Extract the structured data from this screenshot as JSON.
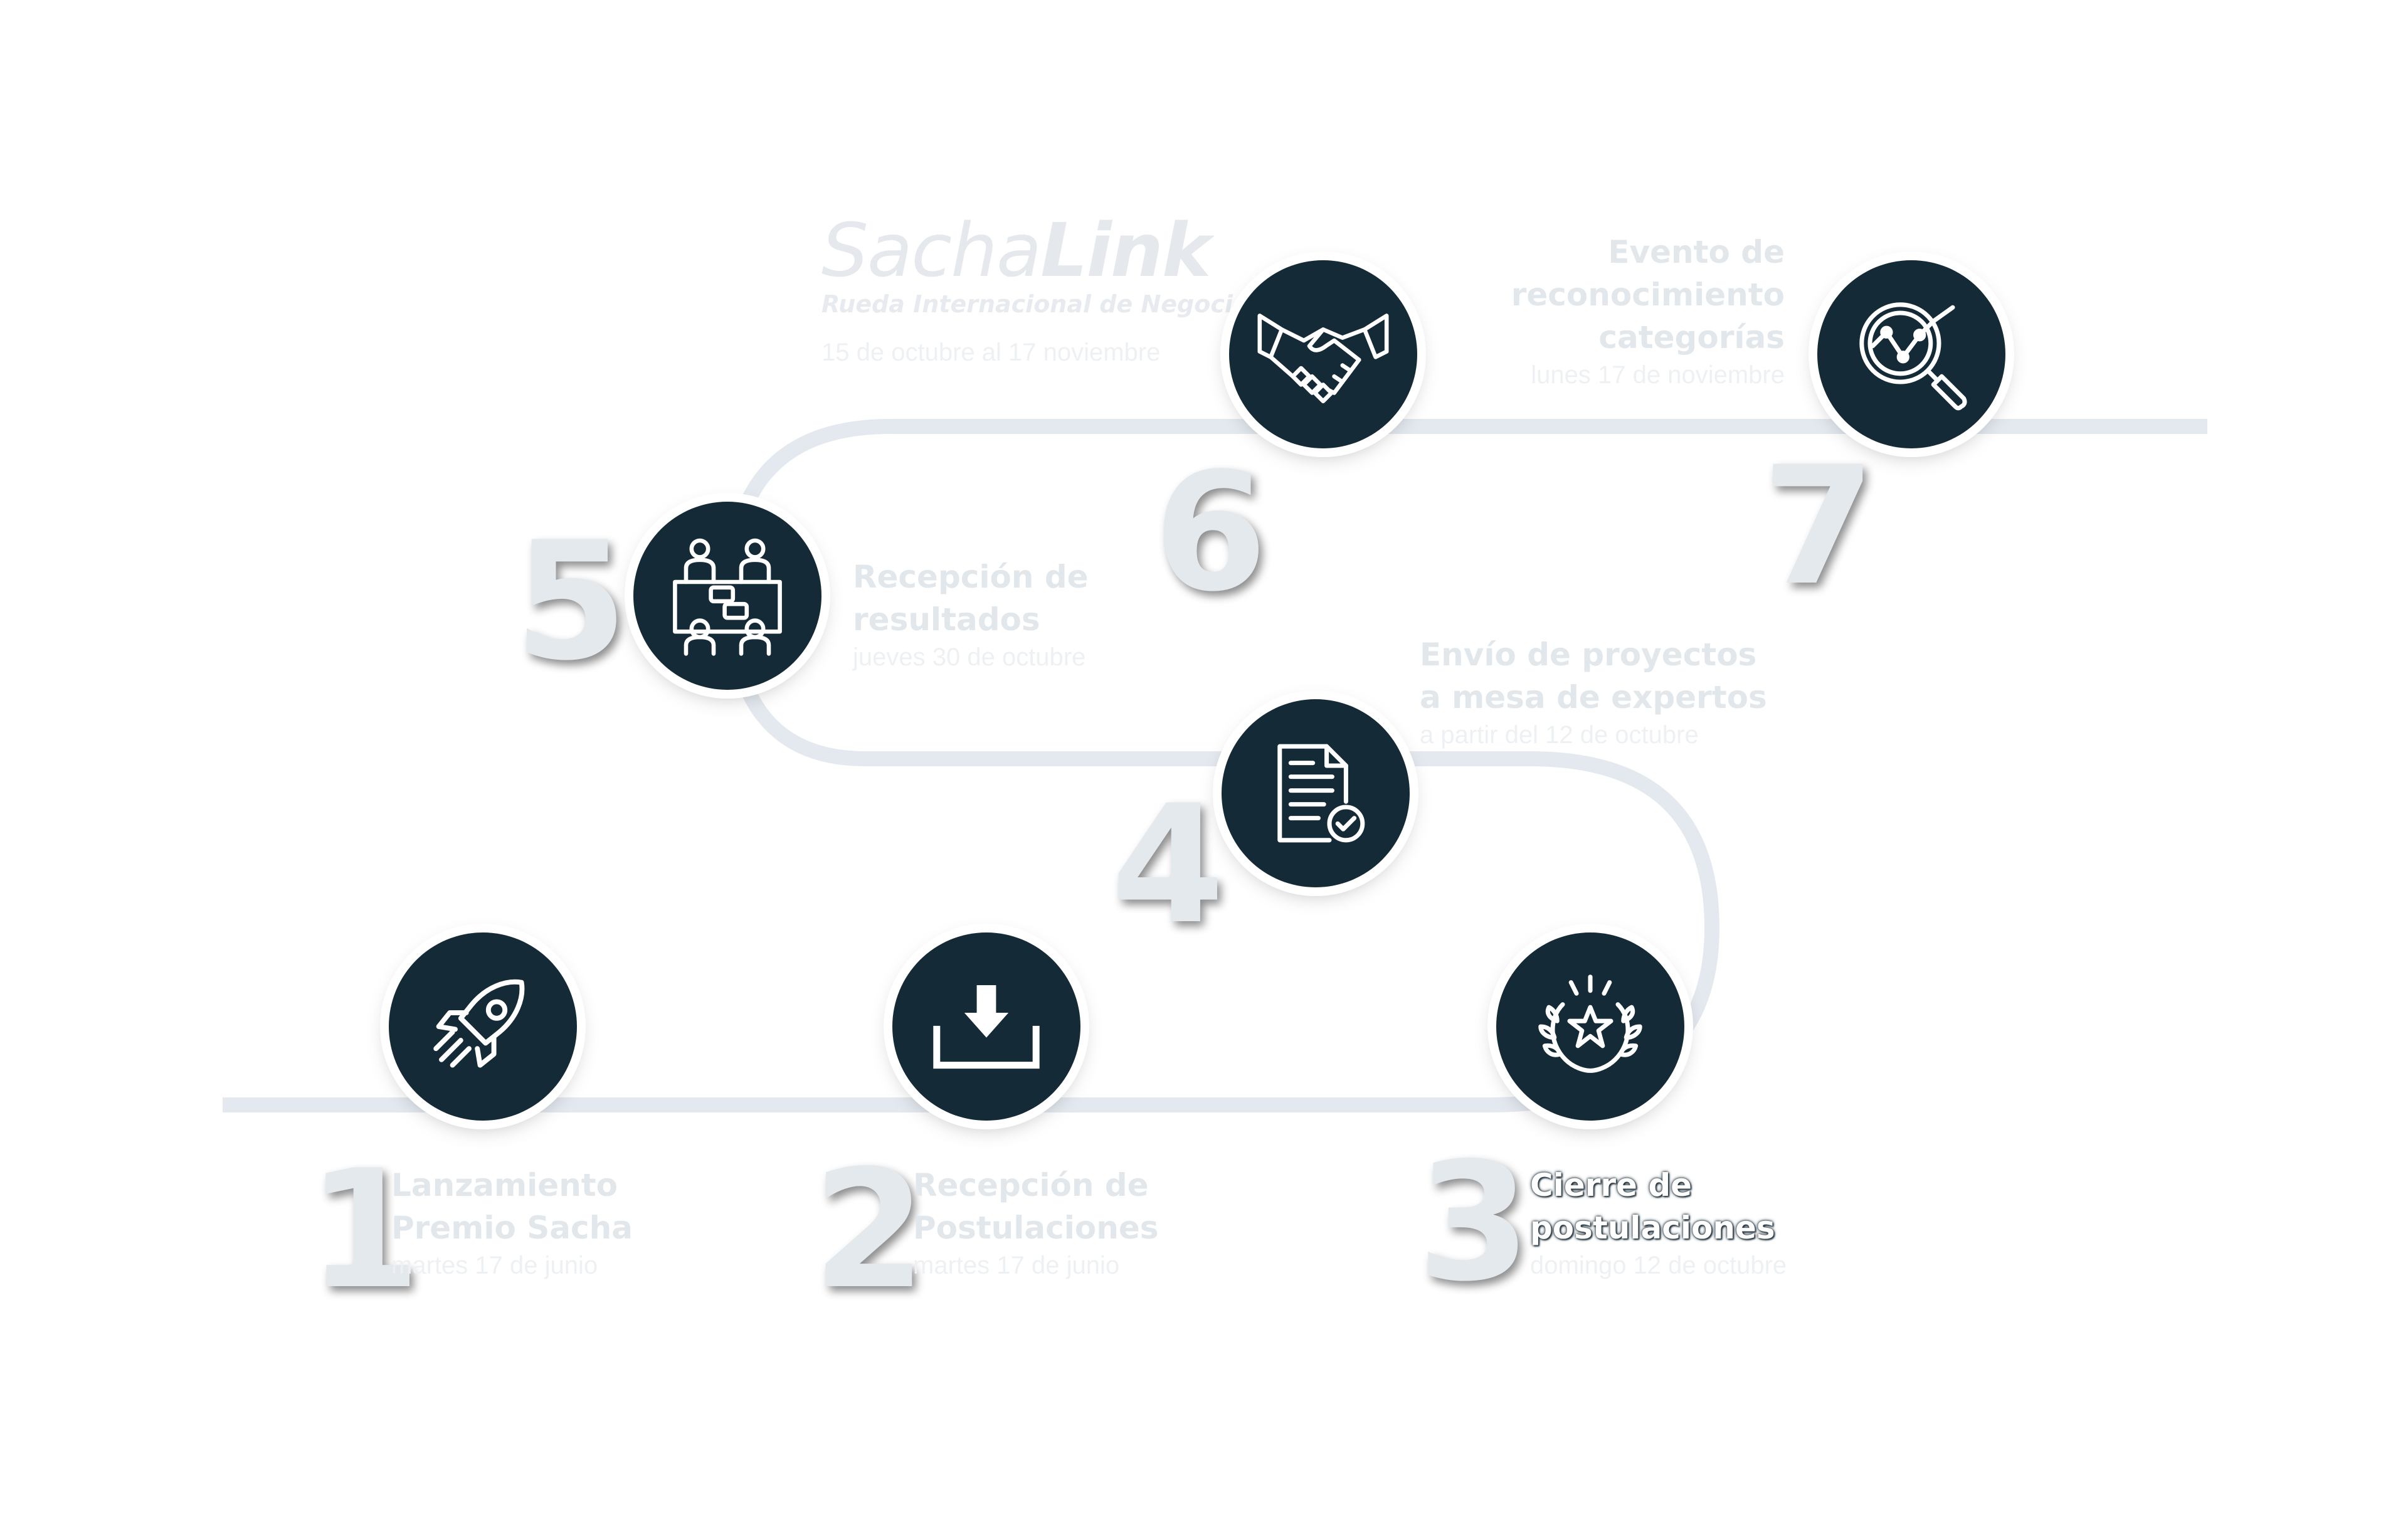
{
  "brand": {
    "name_regular": "Sacha",
    "name_bold": "Link",
    "subtitle": "Rueda Internacional de Negocios",
    "date": "15 de octubre al 17 noviembre"
  },
  "steps": [
    {
      "number": "1",
      "title_line1": "Lanzamiento",
      "title_line2": "Premio Sacha",
      "date": "martes 17 de junio",
      "icon": "rocket-icon"
    },
    {
      "number": "2",
      "title_line1": "Recepción de",
      "title_line2": "Postulaciones",
      "date": "martes 17 de junio",
      "icon": "download-icon"
    },
    {
      "number": "3",
      "title_line1": "Cierre de",
      "title_line2": "postulaciones",
      "date": "domingo 12 de octubre",
      "icon": "laurel-star-icon"
    },
    {
      "number": "4",
      "title_line1": "Envío de proyectos",
      "title_line2": "a mesa de expertos",
      "date": "a partir del 12 de octubre",
      "icon": "document-check-icon"
    },
    {
      "number": "5",
      "title_line1": "Recepción de",
      "title_line2": "resultados",
      "date": "jueves 30 de octubre",
      "icon": "meeting-icon"
    },
    {
      "number": "6",
      "title_line1": "",
      "title_line2": "",
      "date": "",
      "icon": "handshake-icon"
    },
    {
      "number": "7",
      "title_line1": "Evento de",
      "title_line2": "reconocimiento",
      "title_line3": "categorías",
      "date": "lunes 17 de noviembre",
      "icon": "magnifier-chart-icon"
    }
  ],
  "colors": {
    "circle": "#142a36",
    "track": "#e3e9ef",
    "text": "#e2e7ec",
    "icon": "#ffffff"
  }
}
